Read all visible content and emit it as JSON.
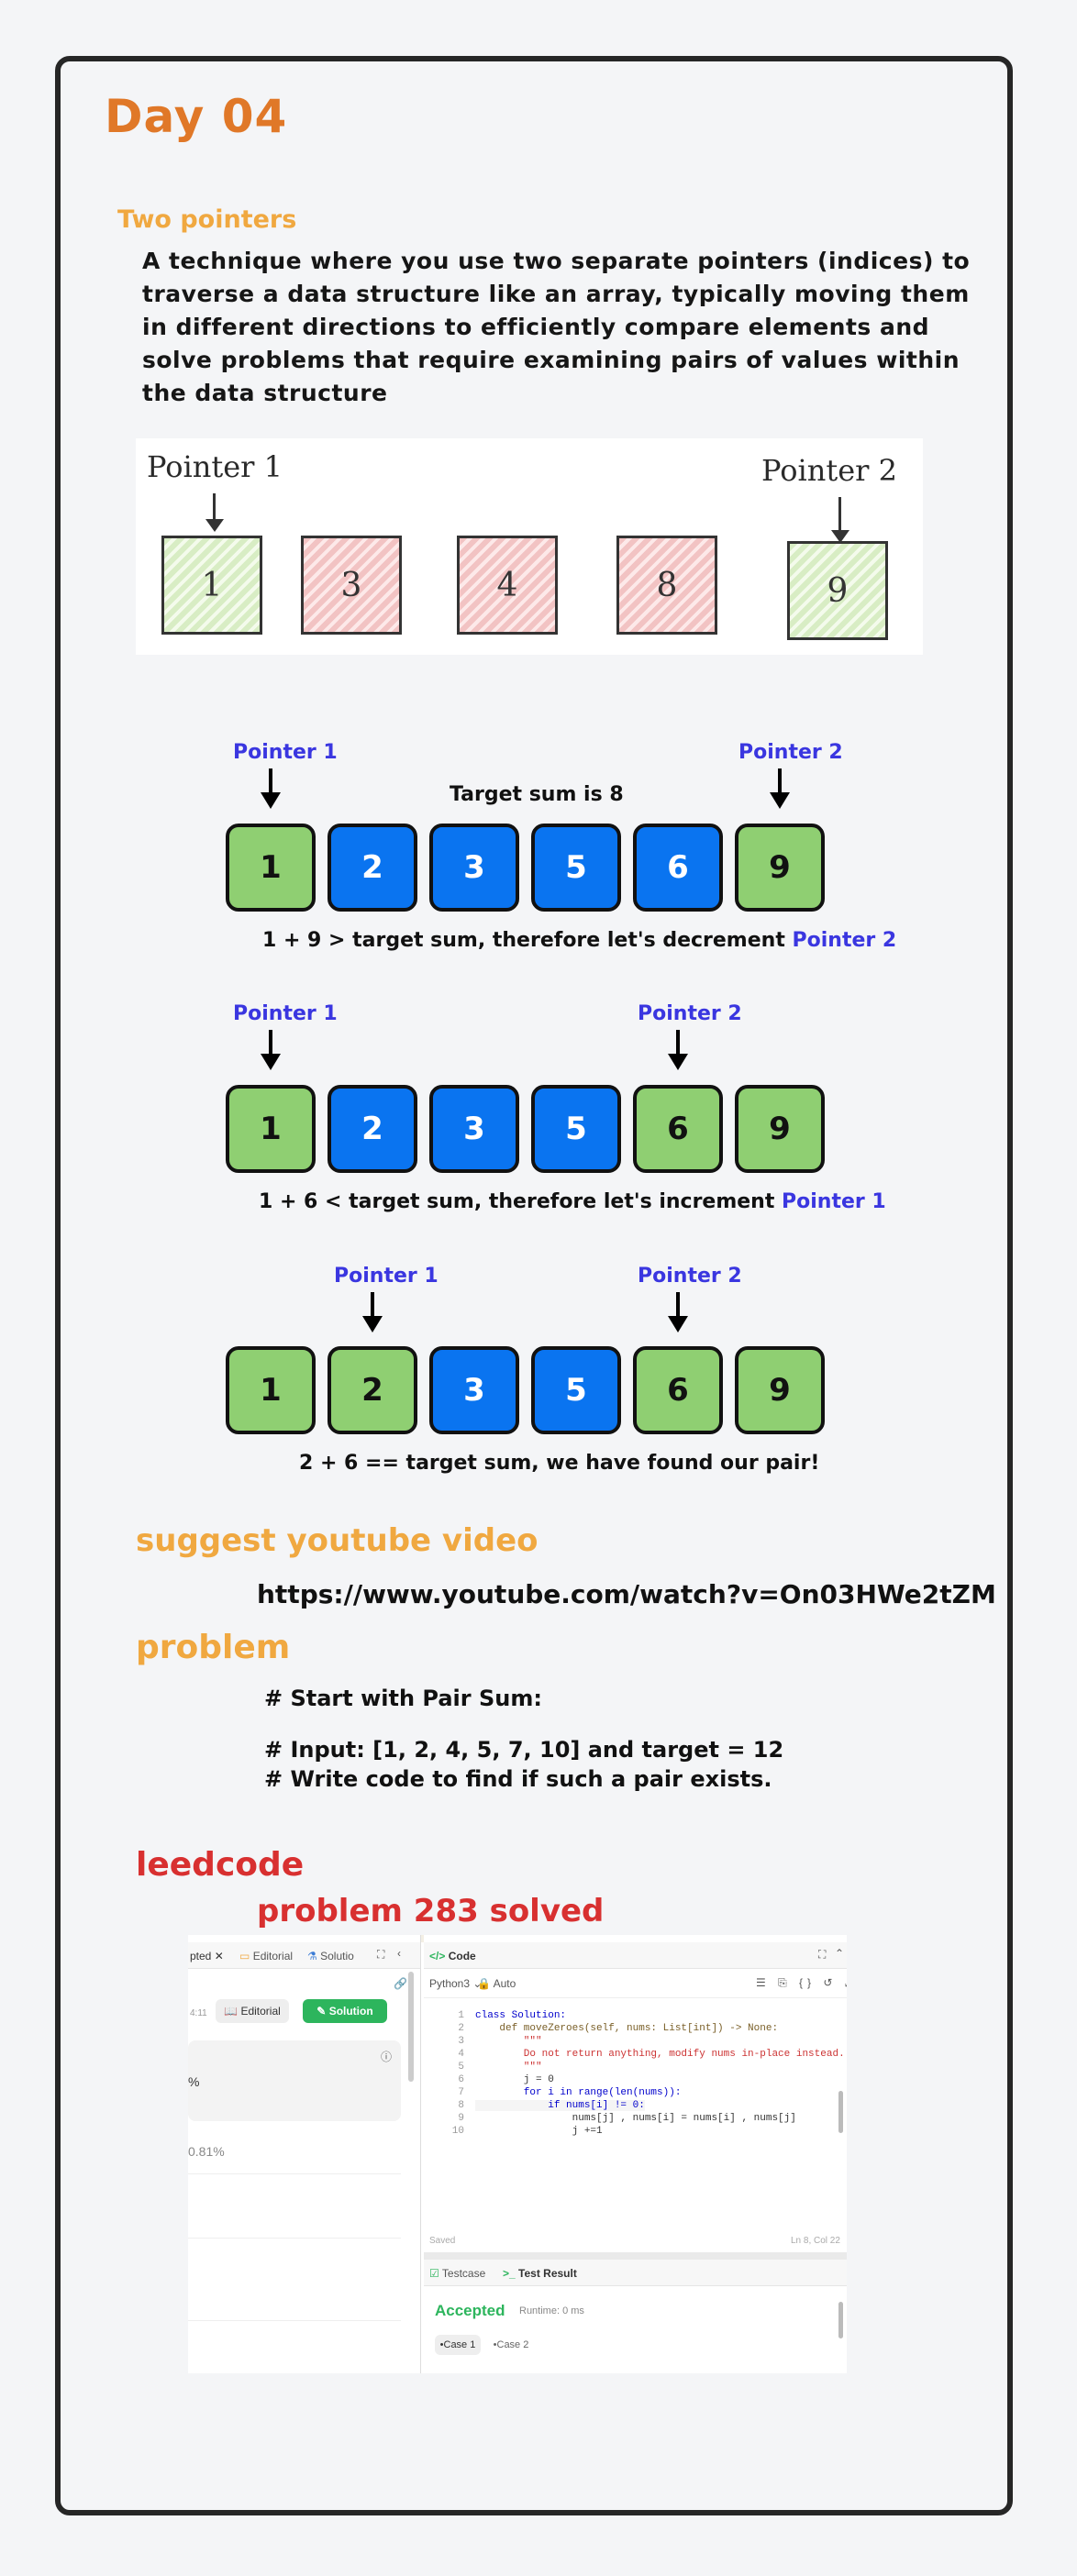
{
  "day_title": "Day 04",
  "two_pointers": {
    "heading": "Two pointers",
    "description": "A technique where you use two separate pointers (indices) to traverse a data structure like an array, typically moving them in different directions to efficiently compare elements and solve  problems that require examining pairs of values within the data structure"
  },
  "sketch": {
    "pointer1_label": "Pointer 1",
    "pointer2_label": "Pointer 2",
    "values": [
      "1",
      "3",
      "4",
      "8",
      "9"
    ]
  },
  "diagram": {
    "pointer1_label": "Pointer 1",
    "pointer2_label": "Pointer 2",
    "target_label": "Target sum is 8",
    "values": [
      "1",
      "2",
      "3",
      "5",
      "6",
      "9"
    ],
    "steps": [
      {
        "caption": "1 + 9 > target sum, therefore let's decrement ",
        "caption_highlight": "Pointer 2"
      },
      {
        "caption": "1 + 6 < target sum, therefore let's increment ",
        "caption_highlight": "Pointer 1"
      },
      {
        "caption": "2 + 6 == target sum, we have found our pair!",
        "caption_highlight": ""
      }
    ]
  },
  "youtube": {
    "heading": "suggest youtube video",
    "link": "https://www.youtube.com/watch?v=On03HWe2tZM"
  },
  "problem": {
    "heading": "problem",
    "line1": "# Start with Pair Sum:",
    "line2": "# Input: [1, 2, 4, 5, 7, 10] and target = 12",
    "line3": "# Write code to find if such a pair exists."
  },
  "leetcode": {
    "heading": "leedcode",
    "solved": "problem 283 solved"
  },
  "screenshot": {
    "left": {
      "tab_accepted": "pted",
      "tab_editorial": "Editorial",
      "tab_solution": "Solutio",
      "time_snippet": "4:11",
      "editorial_button": "Editorial",
      "solution_button": "Solution",
      "percent_symbol": "%",
      "percent_value": "0.81%"
    },
    "right": {
      "code_tab": "Code",
      "language": "Python3",
      "auto": "Auto",
      "code_lines": [
        "class Solution:",
        "    def moveZeroes(self, nums: List[int]) -> None:",
        "        \"\"\"",
        "        Do not return anything, modify nums in-place instead.",
        "        \"\"\"",
        "        j = 0",
        "        for i in range(len(nums)):",
        "            if nums[i] != 0:",
        "                nums[j] , nums[i] = nums[i] , nums[j]",
        "                j +=1"
      ],
      "line_numbers": [
        "1",
        "2",
        "3",
        "4",
        "5",
        "6",
        "7",
        "8",
        "9",
        "10"
      ],
      "saved": "Saved",
      "cursor": "Ln 8, Col 22",
      "testcase_tab": "Testcase",
      "result_tab": "Test Result",
      "status": "Accepted",
      "runtime": "Runtime: 0 ms",
      "case1": "Case 1",
      "case2": "Case 2"
    }
  },
  "colors": {
    "title": "#e07828",
    "section": "#f0a840",
    "leetcode": "#d83030",
    "pointer": "#3a36e0",
    "cell_green": "#8fcf72",
    "cell_blue": "#0a74f0",
    "accepted": "#2db55d"
  }
}
